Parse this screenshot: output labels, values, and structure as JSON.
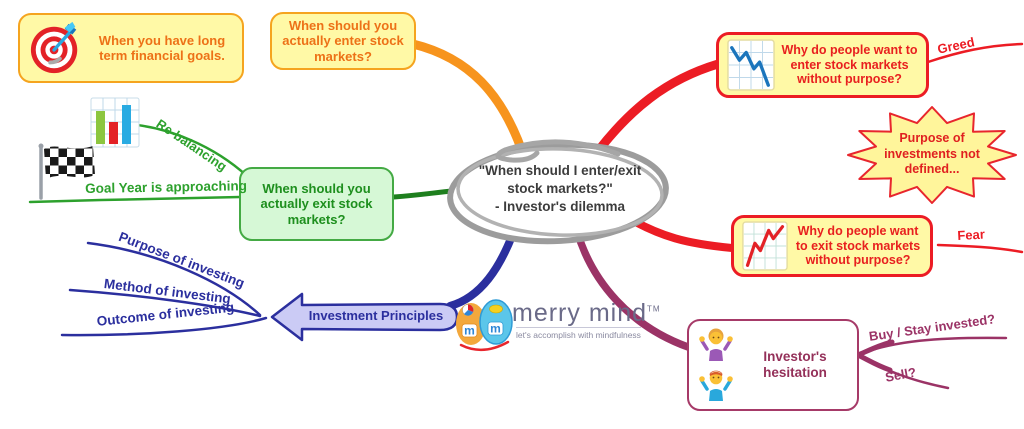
{
  "center": {
    "line1": "\"When should I enter/exit",
    "line2": "stock markets?\"",
    "line3": "- Investor's dilemma"
  },
  "branches": {
    "enter": {
      "node": "When should you actually enter stock markets?",
      "child": "When you have long term financial goals."
    },
    "exit": {
      "node": "When should you actually exit stock markets?",
      "children": [
        "Re-balancing",
        "Goal Year is approaching"
      ]
    },
    "principles": {
      "node": "Investment Principles",
      "children": [
        "Purpose of investing",
        "Method of investing",
        "Outcome of investing"
      ]
    },
    "enter_no_purpose": {
      "node": "Why do people want to enter stock markets without purpose?",
      "child": "Greed"
    },
    "exit_no_purpose": {
      "node": "Why do people want to exit stock markets without purpose?",
      "child": "Fear"
    },
    "hesitation": {
      "node": "Investor's hesitation",
      "children": [
        "Buy / Stay invested?",
        "Sell?"
      ]
    }
  },
  "callout": {
    "line1": "Purpose of",
    "line2": "investments not",
    "line3": "defined..."
  },
  "logo": {
    "name": "merry mind",
    "tm": "TM",
    "tagline": "let's accomplish with mindfulness",
    "monogram": "m"
  },
  "colors": {
    "branch_orange": "#F7941D",
    "branch_red": "#EC1C24",
    "branch_green": "#1E7F1E",
    "branch_navy": "#2B2F9E",
    "branch_purple": "#9B3366",
    "node_yellow_fill": "#FFF9A6",
    "node_green_fill": "#D6F8D6",
    "center_gray": "#9C9C9C"
  }
}
